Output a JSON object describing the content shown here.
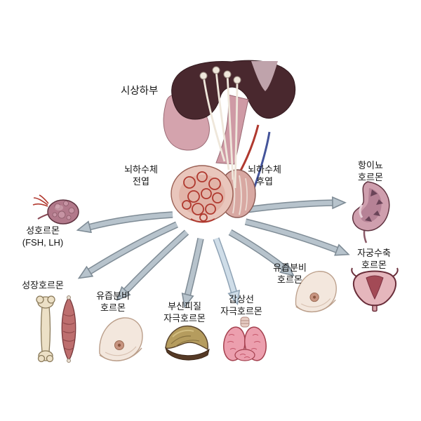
{
  "diagram": {
    "central": {
      "hypothalamus": "시상하부",
      "anterior_pituitary": "뇌하수체\n전엽",
      "posterior_pituitary": "뇌하수체\n후엽"
    },
    "hormones": {
      "sex": "성호르몬\n(FSH, LH)",
      "growth": "성장호르몬",
      "prolactin": "유즙분비\n호르몬",
      "acth": "부신피질\n자극호르몬",
      "tsh": "갑상선\n자극호르몬",
      "milk_secretion": "유즙분비\n호르몬",
      "antidiuretic": "항이뇨\n호르몬",
      "uterine_contraction": "자궁수축\n호르몬"
    },
    "colors": {
      "arrow_fill": "#b7c3cc",
      "arrow_outline": "#7f8c96",
      "arrow_light_fill": "#cfdde8",
      "brain_dark": "#49282e",
      "flesh_pink": "#cf9aa5"
    }
  }
}
